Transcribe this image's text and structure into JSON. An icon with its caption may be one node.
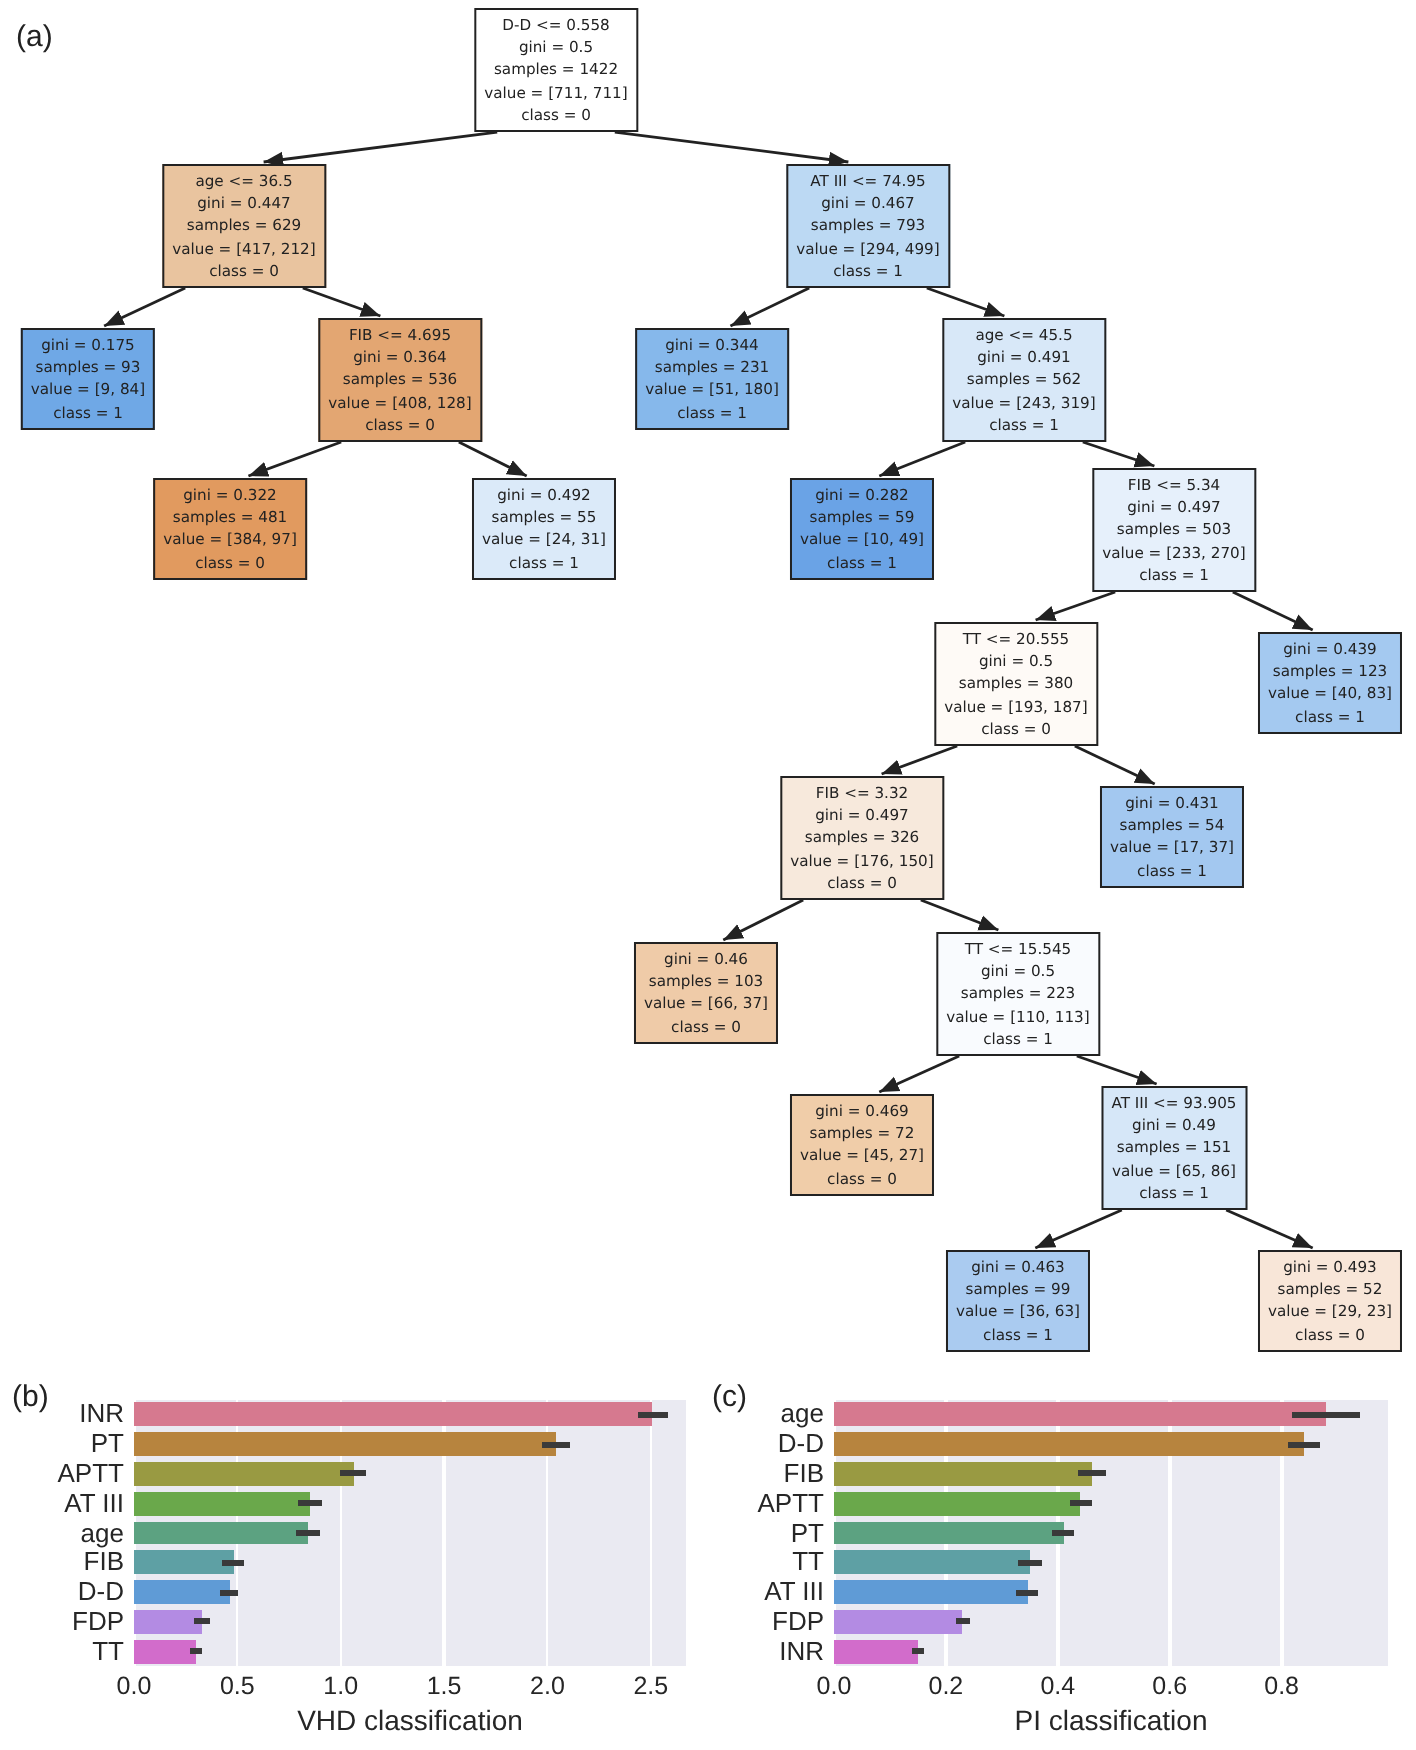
{
  "diagram": {
    "nodes": [
      {
        "text": [
          "D-D <= 0.558",
          "gini = 0.5",
          "samples = 1422",
          "value = [711, 711]",
          "class = 0"
        ]
      },
      {
        "text": [
          "age <= 36.5",
          "gini = 0.447",
          "samples = 629",
          "value = [417, 212]",
          "class = 0"
        ]
      },
      {
        "text": [
          "AT III <= 74.95",
          "gini = 0.467",
          "samples = 793",
          "value = [294, 499]",
          "class = 1"
        ]
      },
      {
        "text": [
          "gini = 0.175",
          "samples = 93",
          "value = [9, 84]",
          "class = 1"
        ]
      },
      {
        "text": [
          "FIB <= 4.695",
          "gini = 0.364",
          "samples = 536",
          "value = [408, 128]",
          "class = 0"
        ]
      },
      {
        "text": [
          "gini = 0.344",
          "samples = 231",
          "value = [51, 180]",
          "class = 1"
        ]
      },
      {
        "text": [
          "age <= 45.5",
          "gini = 0.491",
          "samples = 562",
          "value = [243, 319]",
          "class = 1"
        ]
      },
      {
        "text": [
          "gini = 0.322",
          "samples = 481",
          "value = [384, 97]",
          "class = 0"
        ]
      },
      {
        "text": [
          "gini = 0.492",
          "samples = 55",
          "value = [24, 31]",
          "class = 1"
        ]
      },
      {
        "text": [
          "gini = 0.282",
          "samples = 59",
          "value = [10, 49]",
          "class = 1"
        ]
      },
      {
        "text": [
          "FIB <= 5.34",
          "gini = 0.497",
          "samples = 503",
          "value = [233, 270]",
          "class = 1"
        ]
      },
      {
        "text": [
          "TT <= 20.555",
          "gini = 0.5",
          "samples = 380",
          "value = [193, 187]",
          "class = 0"
        ]
      },
      {
        "text": [
          "gini = 0.439",
          "samples = 123",
          "value = [40, 83]",
          "class = 1"
        ]
      },
      {
        "text": [
          "FIB <= 3.32",
          "gini = 0.497",
          "samples = 326",
          "value = [176, 150]",
          "class = 0"
        ]
      },
      {
        "text": [
          "gini = 0.431",
          "samples = 54",
          "value = [17, 37]",
          "class = 1"
        ]
      },
      {
        "text": [
          "gini = 0.46",
          "samples = 103",
          "value = [66, 37]",
          "class = 0"
        ]
      },
      {
        "text": [
          "TT <= 15.545",
          "gini = 0.5",
          "samples = 223",
          "value = [110, 113]",
          "class = 1"
        ]
      },
      {
        "text": [
          "gini = 0.469",
          "samples = 72",
          "value = [45, 27]",
          "class = 0"
        ]
      },
      {
        "text": [
          "AT III <= 93.905",
          "gini = 0.49",
          "samples = 151",
          "value = [65, 86]",
          "class = 1"
        ]
      },
      {
        "text": [
          "gini = 0.463",
          "samples = 99",
          "value = [36, 63]",
          "class = 1"
        ]
      },
      {
        "text": [
          "gini = 0.493",
          "samples = 52",
          "value = [29, 23]",
          "class = 0"
        ]
      }
    ],
    "edges": [
      {
        "from": 0,
        "to": 1,
        "arrow": "to"
      },
      {
        "from": 0,
        "to": 2,
        "arrow": "to"
      },
      {
        "from": 1,
        "to": 3,
        "arrow": "to"
      },
      {
        "from": 1,
        "to": 4,
        "arrow": "to"
      },
      {
        "from": 2,
        "to": 5,
        "arrow": "to"
      },
      {
        "from": 2,
        "to": 6,
        "arrow": "to"
      },
      {
        "from": 4,
        "to": 7,
        "arrow": "to"
      },
      {
        "from": 4,
        "to": 8,
        "arrow": "to"
      },
      {
        "from": 6,
        "to": 9,
        "arrow": "to"
      },
      {
        "from": 6,
        "to": 10,
        "arrow": "to"
      },
      {
        "from": 10,
        "to": 11,
        "arrow": "to"
      },
      {
        "from": 10,
        "to": 12,
        "arrow": "to"
      },
      {
        "from": 11,
        "to": 13,
        "arrow": "to"
      },
      {
        "from": 11,
        "to": 14,
        "arrow": "to"
      },
      {
        "from": 13,
        "to": 15,
        "arrow": "to"
      },
      {
        "from": 13,
        "to": 16,
        "arrow": "to"
      },
      {
        "from": 16,
        "to": 17,
        "arrow": "to"
      },
      {
        "from": 16,
        "to": 18,
        "arrow": "to"
      },
      {
        "from": 18,
        "to": 19,
        "arrow": "to"
      },
      {
        "from": 18,
        "to": 20,
        "arrow": "to"
      }
    ],
    "labels": [
      "(a)",
      "(b)",
      "(c)"
    ],
    "chart_data": [
      {
        "type": "bar",
        "orientation": "horizontal",
        "xlabel": "VHD classification",
        "categories": [
          "INR",
          "PT",
          "APTT",
          "AT III",
          "age",
          "FIB",
          "D-D",
          "FDP",
          "TT"
        ],
        "values": [
          2.51,
          2.04,
          1.06,
          0.85,
          0.84,
          0.48,
          0.46,
          0.33,
          0.3
        ],
        "xlim": [
          0,
          2.67
        ],
        "xticks": [
          {
            "value": 0,
            "label": "0.0"
          },
          {
            "value": 0.5,
            "label": "0.5"
          },
          {
            "value": 1,
            "label": "1.0"
          },
          {
            "value": 1.5,
            "label": "1.5"
          },
          {
            "value": 2,
            "label": "2.0"
          },
          {
            "value": 2.5,
            "label": "2.5"
          }
        ]
      },
      {
        "type": "bar",
        "orientation": "horizontal",
        "xlabel": "PI classification",
        "categories": [
          "age",
          "D-D",
          "FIB",
          "APTT",
          "PT",
          "TT",
          "AT III",
          "FDP",
          "INR"
        ],
        "values": [
          0.88,
          0.84,
          0.46,
          0.44,
          0.41,
          0.35,
          0.345,
          0.23,
          0.15
        ],
        "xlim": [
          0,
          0.99
        ],
        "xticks": [
          {
            "value": 0,
            "label": "0.0"
          },
          {
            "value": 0.2,
            "label": "0.2"
          },
          {
            "value": 0.4,
            "label": "0.4"
          },
          {
            "value": 0.6,
            "label": "0.6"
          },
          {
            "value": 0.8,
            "label": "0.8"
          }
        ]
      }
    ]
  }
}
